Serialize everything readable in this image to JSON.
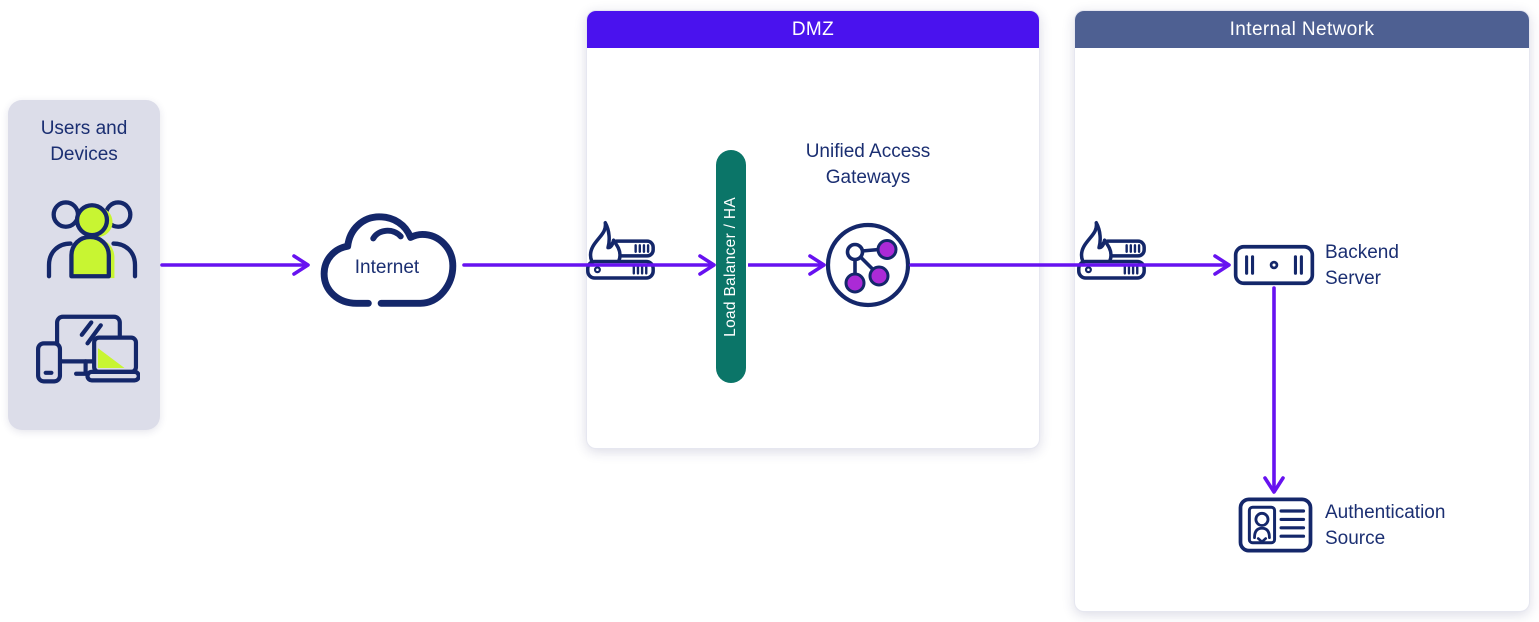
{
  "zones": {
    "dmz": {
      "title": "DMZ",
      "header_color": "#4a12ee"
    },
    "internal_network": {
      "title": "Internal Network",
      "header_color": "#4e6092"
    }
  },
  "nodes": {
    "users_devices": {
      "label": "Users and Devices",
      "icons": [
        "user-group-icon",
        "devices-icon"
      ]
    },
    "internet": {
      "label": "Internet",
      "icon": "cloud-icon"
    },
    "firewall_dmz": {
      "icon": "firewall-icon"
    },
    "load_balancer": {
      "label": "Load Balancer / HA",
      "color": "#0b7568"
    },
    "unified_access_gateways": {
      "label": "Unified Access Gateways",
      "icon": "network-nodes-icon"
    },
    "firewall_internal": {
      "icon": "firewall-icon"
    },
    "backend_server": {
      "label": "Backend Server",
      "icon": "server-icon"
    },
    "authentication_source": {
      "label": "Authentication Source",
      "icon": "id-card-icon"
    }
  },
  "flows": [
    {
      "from": "users_devices",
      "to": "internet"
    },
    {
      "from": "internet",
      "to": "load_balancer",
      "through": "firewall_dmz"
    },
    {
      "from": "load_balancer",
      "to": "unified_access_gateways"
    },
    {
      "from": "unified_access_gateways",
      "to": "backend_server",
      "through": "firewall_internal"
    },
    {
      "from": "backend_server",
      "to": "authentication_source"
    }
  ],
  "colors": {
    "arrow": "#6712f0",
    "outline_navy": "#14276a",
    "label_navy": "#1b2f72",
    "lime_accent": "#c8f532",
    "node_purple": "#ab2ad6",
    "teal": "#0b7568",
    "users_box_bg": "#dcdde9"
  }
}
